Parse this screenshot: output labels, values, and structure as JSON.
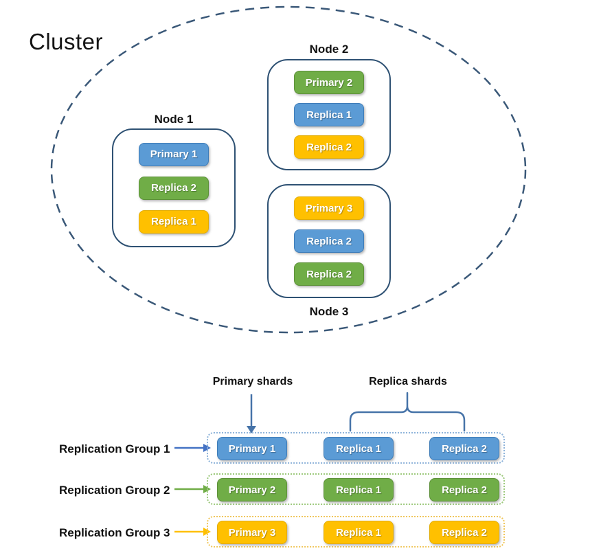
{
  "cluster": {
    "title": "Cluster",
    "nodes": [
      {
        "label": "Node 1",
        "shards": [
          {
            "label": "Primary 1",
            "color": "blue"
          },
          {
            "label": "Replica 2",
            "color": "green"
          },
          {
            "label": "Replica 1",
            "color": "yellow"
          }
        ]
      },
      {
        "label": "Node 2",
        "shards": [
          {
            "label": "Primary 2",
            "color": "green"
          },
          {
            "label": "Replica 1",
            "color": "blue"
          },
          {
            "label": "Replica 2",
            "color": "yellow"
          }
        ]
      },
      {
        "label": "Node 3",
        "shards": [
          {
            "label": "Primary 3",
            "color": "yellow"
          },
          {
            "label": "Replica 2",
            "color": "blue"
          },
          {
            "label": "Replica 2",
            "color": "green"
          }
        ]
      }
    ]
  },
  "legend": {
    "primary_label": "Primary shards",
    "replica_label": "Replica shards"
  },
  "groups": [
    {
      "label": "Replication Group 1",
      "color": "blue",
      "shards": [
        "Primary 1",
        "Replica 1",
        "Replica 2"
      ]
    },
    {
      "label": "Replication Group 2",
      "color": "green",
      "shards": [
        "Primary 2",
        "Replica 1",
        "Replica 2"
      ]
    },
    {
      "label": "Replication Group 3",
      "color": "yellow",
      "shards": [
        "Primary 3",
        "Replica 1",
        "Replica 2"
      ]
    }
  ],
  "colors": {
    "shard_blue": "#5B9BD5",
    "shard_green": "#70AD47",
    "shard_yellow": "#FFC000",
    "node_border": "#2E5173",
    "ellipse_dash": "#3A5878",
    "connector_blue": "#4673A8",
    "arrow_blue": "#4472C4",
    "arrow_green": "#70AD47",
    "arrow_yellow": "#FFC000"
  }
}
